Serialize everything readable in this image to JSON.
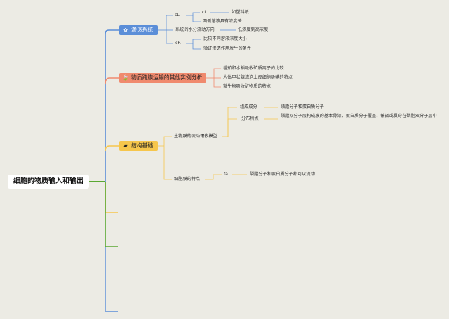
{
  "root": "细胞的物质输入和输出",
  "branches": {
    "osmosis": {
      "icon": "star-icon",
      "label": "渗透系统",
      "color": "#5b8ed8",
      "children": {
        "cl": "cL",
        "cl_children": {
          "cl2": "cL",
          "cl2_child": "如塑料纸",
          "conc": "两侧溶液具有浓度差"
        },
        "direction": "系统的水分流动方向",
        "direction_child": "低浓度到高浓度",
        "cr": "cR",
        "cr_children": {
          "compare": "比较不同溶液浓度大小",
          "verify": "验证渗透作用发生的条件"
        }
      }
    },
    "examples": {
      "icon": "leaf-icon",
      "label": "物质跨膜运输的其他实例分析",
      "color": "#f08a6e",
      "children": [
        "番茄和水稻吸收矿质离子的比较",
        "人体甲状腺滤泡上皮细胞吸碘的特点",
        "微生物吸收矿物质的特点"
      ]
    },
    "structure": {
      "icon": "folder-icon",
      "label": "结构基础",
      "color": "#f6c64c",
      "children": {
        "model": "生物膜的流动镶嵌模型",
        "model_children": {
          "composition": "组成成分",
          "composition_child": "磷脂分子和蛋白质分子",
          "distribution": "分布特点",
          "distribution_child": "磷脂双分子层构成膜的基本骨架，蛋白质分子覆盖、镶嵌或贯穿在磷脂双分子层中"
        },
        "feature": "细胞膜的特点",
        "feature_child": "fa",
        "feature_grandchild": "磷脂分子和蛋白质分子都可以流动"
      }
    }
  }
}
